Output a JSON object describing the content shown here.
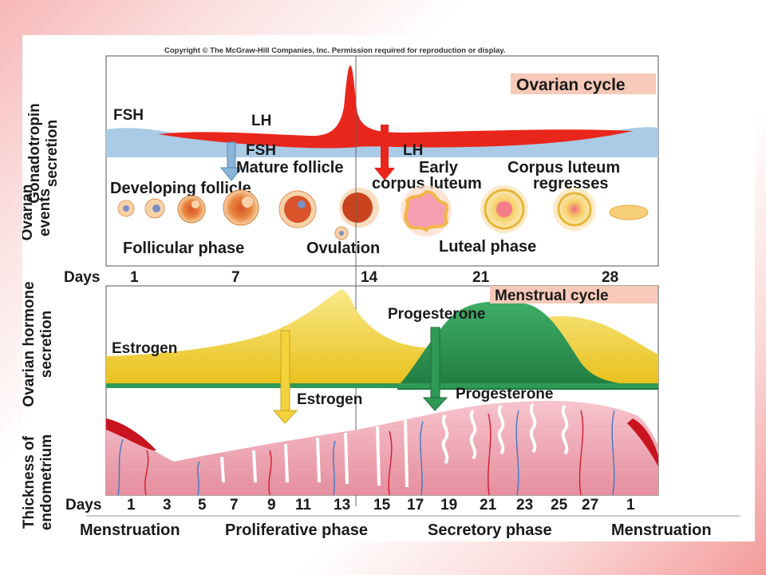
{
  "copyright": "Copyright © The McGraw-Hill Companies, Inc. Permission required for reproduction or display.",
  "side_labels": {
    "gonadotropin": [
      "Gonadotropin",
      "secretion"
    ],
    "ovarian_events": [
      "Ovarian",
      "events"
    ],
    "hormone": [
      "Ovarian hormone",
      "secretion"
    ],
    "endometrium": [
      "Thickness of",
      "endometrium"
    ]
  },
  "ovarian": {
    "title": "Ovarian cycle",
    "fsh": "FSH",
    "lh": "LH",
    "fsh_low": "FSH",
    "lh_low": "LH",
    "mature_follicle": "Mature follicle",
    "developing_follicle": "Developing follicle",
    "early_corpus": [
      "Early",
      "corpus luteum"
    ],
    "corpus_regresses": [
      "Corpus luteum",
      "regresses"
    ],
    "follicular_phase": "Follicular phase",
    "ovulation": "Ovulation",
    "luteal_phase": "Luteal phase"
  },
  "days_top": {
    "label": "Days",
    "values": [
      "1",
      "7",
      "14",
      "21",
      "28"
    ]
  },
  "menstrual": {
    "title": "Menstrual cycle",
    "estrogen": "Estrogen",
    "progesterone": "Progesterone",
    "estrogen_arrow": "Estrogen",
    "progesterone_arrow": "Progesterone"
  },
  "days_bottom": {
    "label": "Days",
    "values": [
      "1",
      "3",
      "5",
      "7",
      "9",
      "11",
      "13",
      "15",
      "17",
      "19",
      "21",
      "23",
      "25",
      "27",
      "1"
    ]
  },
  "phases": [
    "Menstruation",
    "Proliferative phase",
    "Secretory phase",
    "Menstruation"
  ],
  "colors": {
    "fsh": "#a9cbe6",
    "lh": "#e8261c",
    "estrogen": "#f4d23c",
    "progesterone": "#2f9a56",
    "endometrium": "#f2a9b6",
    "label_bg": "#f6c9b8"
  }
}
